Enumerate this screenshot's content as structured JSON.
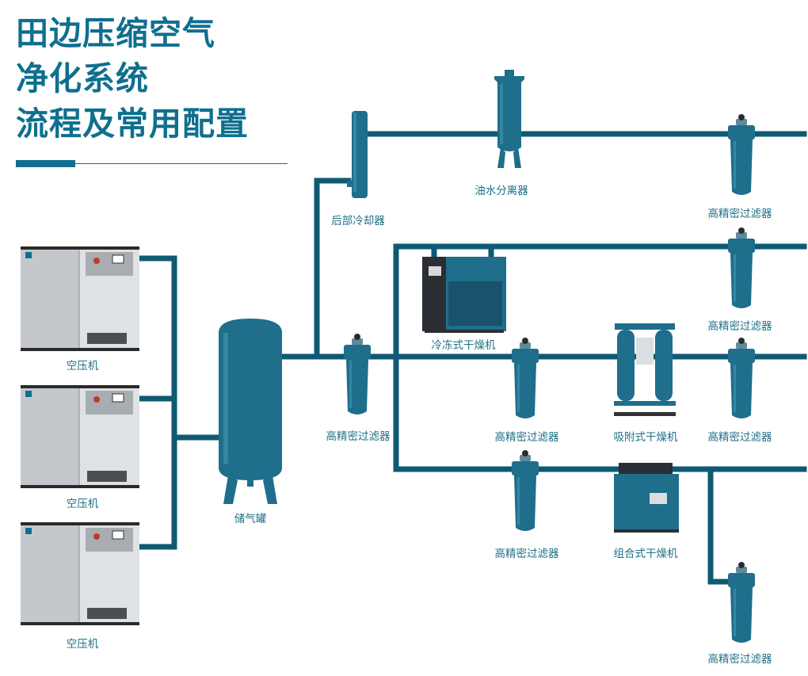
{
  "title": {
    "line1": "田边压缩空气",
    "line2": "净化系统",
    "line3": "流程及常用配置"
  },
  "colors": {
    "pipe": "#0e5a72",
    "title": "#0f6f8f",
    "label": "#1f6f86",
    "equipment": "#1e6e8c",
    "compressor_body": "#c4c8cc"
  },
  "labels": {
    "compressor1": "空压机",
    "compressor2": "空压机",
    "compressor3": "空压机",
    "tank": "储气罐",
    "aftercooler": "后部冷却器",
    "separator": "油水分离器",
    "filter_main": "高精密过滤器",
    "filter_top": "高精密过滤器",
    "filter_row2": "高精密过滤器",
    "filter_row3_mid": "高精密过滤器",
    "filter_row3_right": "高精密过滤器",
    "filter_row4": "高精密过滤器",
    "filter_bottom": "高精密过滤器",
    "refrigerated_dryer": "冷冻式干燥机",
    "adsorption_dryer": "吸附式干燥机",
    "combined_dryer": "组合式干燥机"
  }
}
